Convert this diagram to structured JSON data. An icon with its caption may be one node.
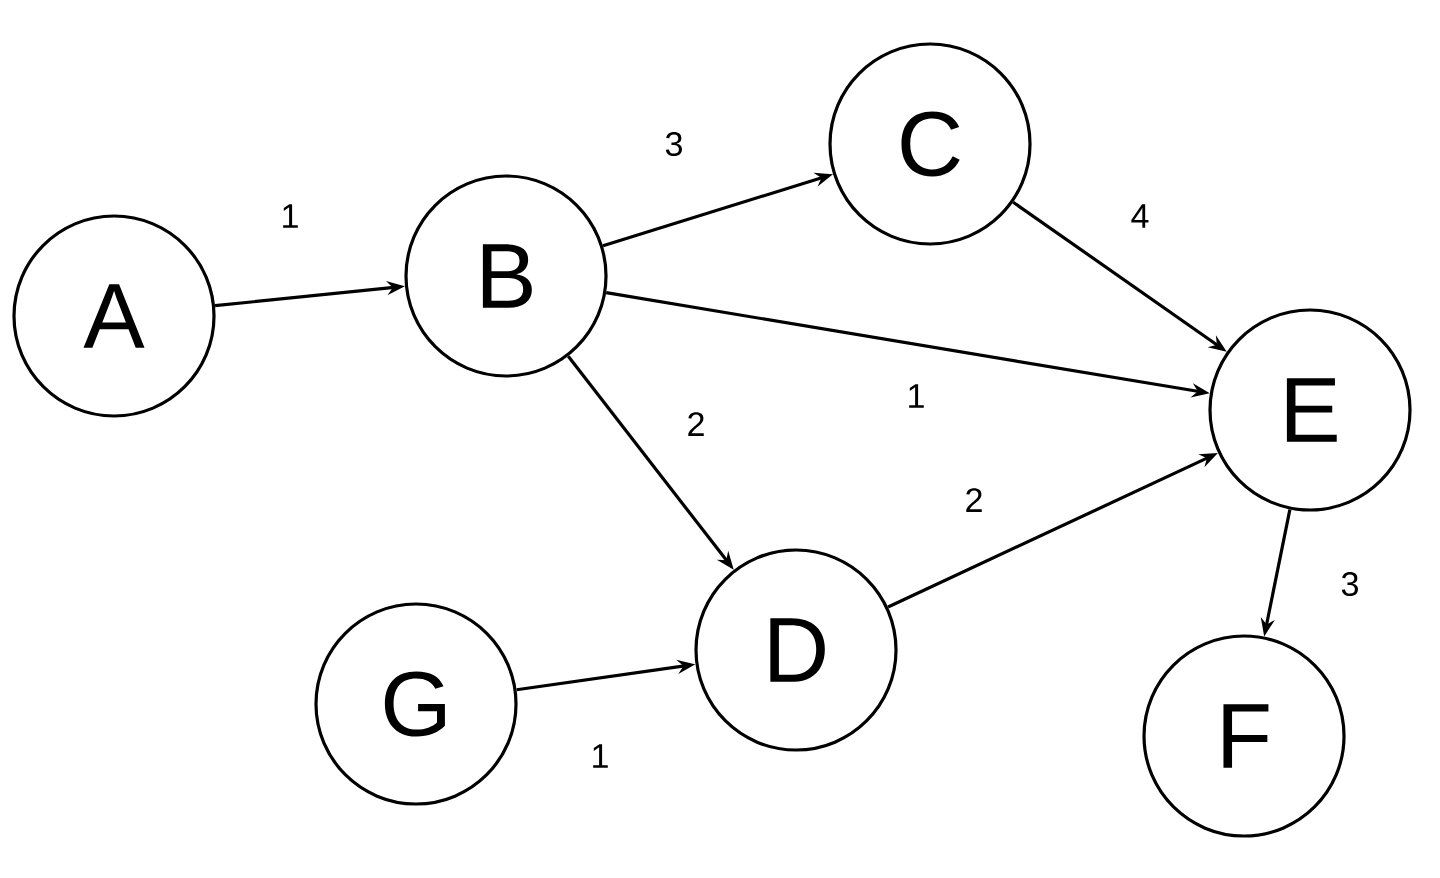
{
  "diagram": {
    "nodes": [
      {
        "text": [
          "A"
        ]
      },
      {
        "text": [
          "B"
        ]
      },
      {
        "text": [
          "C"
        ]
      },
      {
        "text": [
          "E"
        ]
      },
      {
        "text": [
          "G"
        ]
      },
      {
        "text": [
          "D"
        ]
      },
      {
        "text": [
          "F"
        ]
      }
    ],
    "edges": [
      {
        "from": 0,
        "to": 1,
        "arrow": "to",
        "label": "1"
      },
      {
        "from": 1,
        "to": 2,
        "arrow": "to",
        "label": "3"
      },
      {
        "from": 2,
        "to": 3,
        "arrow": "to",
        "label": "4"
      },
      {
        "from": 1,
        "to": 3,
        "arrow": "to",
        "label": "1"
      },
      {
        "from": 1,
        "to": 5,
        "arrow": "to",
        "label": "2"
      },
      {
        "from": 5,
        "to": 3,
        "arrow": "to",
        "label": "2"
      },
      {
        "from": 4,
        "to": 5,
        "arrow": "to",
        "label": "1"
      },
      {
        "from": 3,
        "to": 6,
        "arrow": "to",
        "label": "3"
      }
    ]
  }
}
